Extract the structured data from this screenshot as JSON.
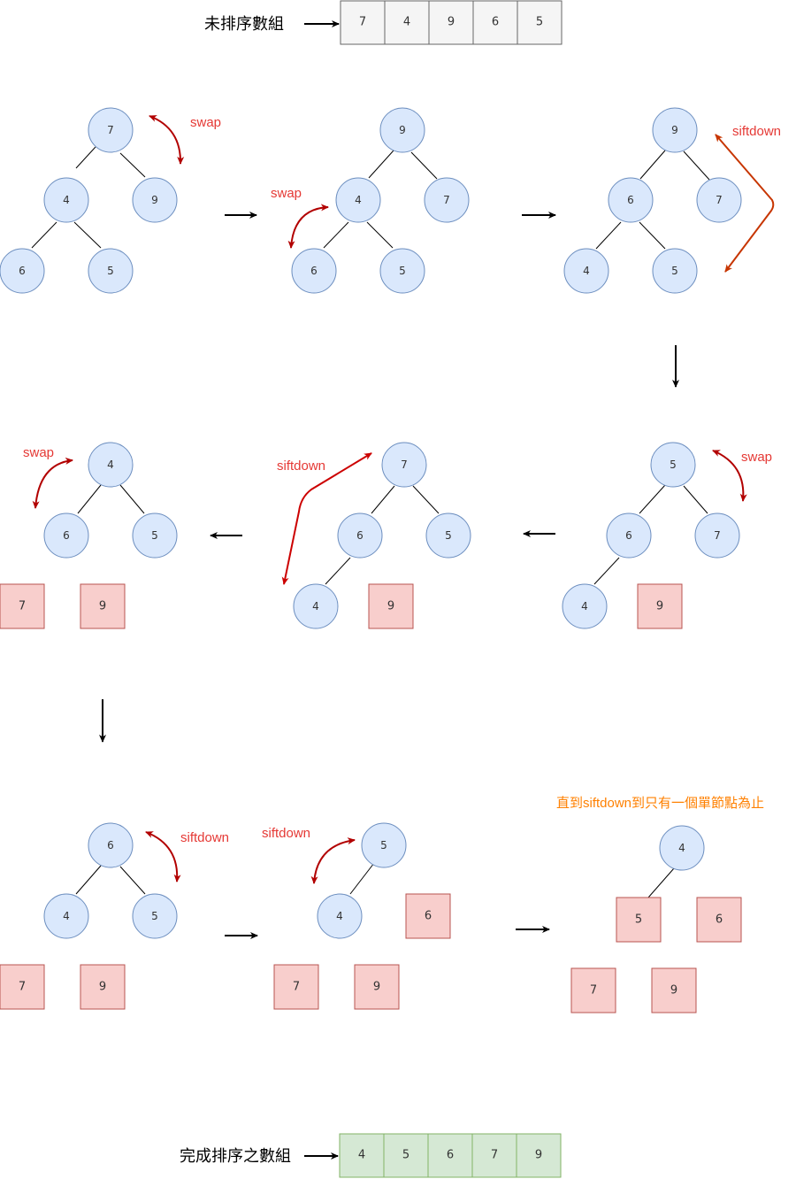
{
  "labels": {
    "unsorted_array": "未排序數組",
    "sorted_array": "完成排序之數組",
    "swap": "swap",
    "siftdown": "siftdown",
    "note": "直到siftdown到只有一個單節點為止"
  },
  "unsorted_array": [
    "7",
    "4",
    "9",
    "6",
    "5"
  ],
  "sorted_array": [
    "4",
    "5",
    "6",
    "7",
    "9"
  ],
  "steps": {
    "s1": {
      "nodes": [
        "7",
        "4",
        "9",
        "6",
        "5"
      ]
    },
    "s2": {
      "nodes": [
        "9",
        "4",
        "7",
        "6",
        "5"
      ]
    },
    "s3": {
      "nodes": [
        "9",
        "6",
        "7",
        "4",
        "5"
      ]
    },
    "s4": {
      "nodes": [
        "5",
        "6",
        "7",
        "4"
      ],
      "sorted": [
        "9"
      ]
    },
    "s5": {
      "nodes": [
        "7",
        "6",
        "5",
        "4"
      ],
      "sorted": [
        "9"
      ]
    },
    "s6": {
      "nodes": [
        "4",
        "6",
        "5"
      ],
      "sorted": [
        "7",
        "9"
      ]
    },
    "s7": {
      "nodes": [
        "6",
        "4",
        "5"
      ],
      "sorted": [
        "7",
        "9"
      ]
    },
    "s8": {
      "nodes": [
        "5",
        "4"
      ],
      "sorted": [
        "6",
        "7",
        "9"
      ]
    },
    "s9": {
      "nodes": [
        "4"
      ],
      "sorted": [
        "5",
        "6",
        "7",
        "9"
      ]
    }
  },
  "colors": {
    "node_fill": "#dae8fc",
    "node_stroke": "#6c8ebf",
    "sorted_fill": "#f8cecc",
    "sorted_stroke": "#b85450",
    "array_fill": "#f5f5f5",
    "result_fill": "#d5e8d4",
    "label_red": "#e53935",
    "label_orange": "#ff8000"
  }
}
